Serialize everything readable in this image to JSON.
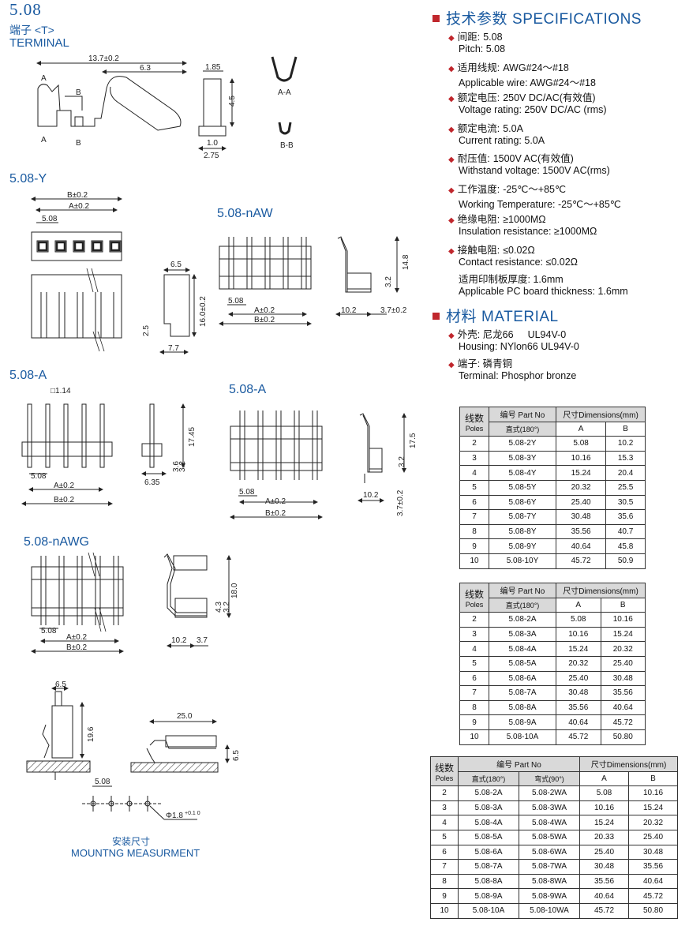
{
  "header": {
    "section_number": "5.08",
    "terminal_cn": "端子 <T>",
    "terminal_en": "TERMINAL"
  },
  "drawings": {
    "y_title": "5.08-Y",
    "naw_title": "5.08-nAW",
    "a_title_left": "5.08-A",
    "a_title_right": "5.08-A",
    "nawg_title": "5.08-nAWG",
    "mount_cn": "安装尺寸",
    "mount_en": "MOUNTNG MEASURMENT",
    "dims": {
      "t_len": "13.7±0.2",
      "t_63": "6.3",
      "t_185": "1.85",
      "t_45": "4.5",
      "t_10": "1.0",
      "t_275": "2.75",
      "t_A": "A",
      "t_B": "B",
      "aa": "A-A",
      "bb": "B-B",
      "y_b": "B±0.2",
      "y_a": "A±0.2",
      "y_508": "5.08",
      "y_65": "6.5",
      "y_160": "16.0±0.2",
      "y_25": "2.5",
      "y_77": "7.7",
      "naw_508": "5.08",
      "naw_a": "A±0.2",
      "naw_b": "B±0.2",
      "naw_148": "14.8",
      "naw_32": "3.2",
      "naw_102": "10.2",
      "naw_37": "3.7±0.2",
      "a_114": "□1.14",
      "a_1745": "17.45",
      "a_363": "3.6",
      "a_32": "3.2",
      "a_635": "6.35",
      "a_508": "5.08",
      "a_a": "A±0.2",
      "a_b": "B±0.2",
      "ar_508": "5.08",
      "ar_a": "A±0.2",
      "ar_b": "B±0.2",
      "ar_175": "17.5",
      "ar_32": "3.2",
      "ar_102": "10.2",
      "ar_37": "3.7±0.2",
      "g_508": "5.08",
      "g_a": "A±0.2",
      "g_b": "B±0.2",
      "g_180": "18.0",
      "g_43": "4.3",
      "g_32": "3.2",
      "g_102": "10.2",
      "g_37": "3.7",
      "m_65": "6.5",
      "m_196": "19.6",
      "m_250": "25.0",
      "m_65b": "6.5",
      "m_508": "5.08",
      "m_hole": "Φ1.8",
      "m_tol": "+0.1 0"
    }
  },
  "specifications": {
    "title_cn": "技术参数",
    "title_en": "SPECIFICATIONS",
    "items": [
      {
        "cn": "间距:",
        "cn_val": "5.08",
        "en": "Pitch: 5.08"
      },
      {
        "cn": "适用线规:",
        "cn_val": "AWG#24～#18",
        "en": "Applicable wire: AWG#24～#18"
      },
      {
        "cn": "额定电压:",
        "cn_val": "250V DC/AC(有效值)",
        "en": "Voltage rating: 250V DC/AC (rms)"
      },
      {
        "cn": "额定电流:",
        "cn_val": "5.0A",
        "en": "Current rating: 5.0A"
      },
      {
        "cn": "耐压值:",
        "cn_val": "1500V AC(有效值)",
        "en": "Withstand voltage: 1500V AC(rms)"
      },
      {
        "cn": "工作温度:",
        "cn_val": "-25℃～+85℃",
        "en": "Working Temperature: -25℃～+85℃"
      },
      {
        "cn": "绝缘电阻:",
        "cn_val": "≥1000MΩ",
        "en": "Insulation resistance: ≥1000MΩ"
      },
      {
        "cn": "接触电阻:",
        "cn_val": "≤0.02Ω",
        "en": "Contact resistance: ≤0.02Ω"
      }
    ],
    "pcb_cn": "适用印制板厚度: 1.6mm",
    "pcb_en": "Applicable PC board thickness: 1.6mm"
  },
  "material": {
    "title_cn": "材料",
    "title_en": "MATERIAL",
    "housing_cn": "外壳: 尼龙66",
    "housing_cn_val": "UL94V-0",
    "housing_en": "Housing: NYlon66  UL94V-0",
    "terminal_cn": "端子: 磷青铜",
    "terminal_en": "Terminal: Phosphor bronze"
  },
  "table_y": {
    "h_poles_cn": "线数",
    "h_poles_en": "Poles",
    "h_part": "编号 Part No",
    "h_sub": "直式(180°)",
    "h_dim": "尺寸Dimensions(mm)",
    "h_a": "A",
    "h_b": "B",
    "rows": [
      [
        "2",
        "5.08-2Y",
        "5.08",
        "10.2"
      ],
      [
        "3",
        "5.08-3Y",
        "10.16",
        "15.3"
      ],
      [
        "4",
        "5.08-4Y",
        "15.24",
        "20.4"
      ],
      [
        "5",
        "5.08-5Y",
        "20.32",
        "25.5"
      ],
      [
        "6",
        "5.08-6Y",
        "25.40",
        "30.5"
      ],
      [
        "7",
        "5.08-7Y",
        "30.48",
        "35.6"
      ],
      [
        "8",
        "5.08-8Y",
        "35.56",
        "40.7"
      ],
      [
        "9",
        "5.08-9Y",
        "40.64",
        "45.8"
      ],
      [
        "10",
        "5.08-10Y",
        "45.72",
        "50.9"
      ]
    ]
  },
  "table_a": {
    "h_poles_cn": "线数",
    "h_poles_en": "Poles",
    "h_part": "编号 Part No",
    "h_sub": "直式(180°)",
    "h_dim": "尺寸Dimensions(mm)",
    "h_a": "A",
    "h_b": "B",
    "rows": [
      [
        "2",
        "5.08-2A",
        "5.08",
        "10.16"
      ],
      [
        "3",
        "5.08-3A",
        "10.16",
        "15.24"
      ],
      [
        "4",
        "5.08-4A",
        "15.24",
        "20.32"
      ],
      [
        "5",
        "5.08-5A",
        "20.32",
        "25.40"
      ],
      [
        "6",
        "5.08-6A",
        "25.40",
        "30.48"
      ],
      [
        "7",
        "5.08-7A",
        "30.48",
        "35.56"
      ],
      [
        "8",
        "5.08-8A",
        "35.56",
        "40.64"
      ],
      [
        "9",
        "5.08-9A",
        "40.64",
        "45.72"
      ],
      [
        "10",
        "5.08-10A",
        "45.72",
        "50.80"
      ]
    ]
  },
  "table_wa": {
    "h_poles_cn": "线数",
    "h_poles_en": "Poles",
    "h_part": "编号 Part No",
    "h_sub1": "直式(180°)",
    "h_sub2": "弯式(90°)",
    "h_dim": "尺寸Dimensions(mm)",
    "h_a": "A",
    "h_b": "B",
    "rows": [
      [
        "2",
        "5.08-2A",
        "5.08-2WA",
        "5.08",
        "10.16"
      ],
      [
        "3",
        "5.08-3A",
        "5.08-3WA",
        "10.16",
        "15.24"
      ],
      [
        "4",
        "5.08-4A",
        "5.08-4WA",
        "15.24",
        "20.32"
      ],
      [
        "5",
        "5.08-5A",
        "5.08-5WA",
        "20.33",
        "25.40"
      ],
      [
        "6",
        "5.08-6A",
        "5.08-6WA",
        "25.40",
        "30.48"
      ],
      [
        "7",
        "5.08-7A",
        "5.08-7WA",
        "30.48",
        "35.56"
      ],
      [
        "8",
        "5.08-8A",
        "5.08-8WA",
        "35.56",
        "40.64"
      ],
      [
        "9",
        "5.08-9A",
        "5.08-9WA",
        "40.64",
        "45.72"
      ],
      [
        "10",
        "5.08-10A",
        "5.08-10WA",
        "45.72",
        "50.80"
      ]
    ]
  },
  "colors": {
    "title_blue": "#1a5aa0",
    "bullet_red": "#c0272d",
    "header_gray": "#d9d9d9"
  }
}
